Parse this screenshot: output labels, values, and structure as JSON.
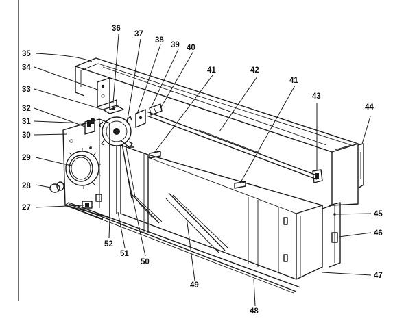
{
  "callouts": [
    {
      "id": "c35",
      "text": "35"
    },
    {
      "id": "c34",
      "text": "34"
    },
    {
      "id": "c33",
      "text": "33"
    },
    {
      "id": "c32",
      "text": "32"
    },
    {
      "id": "c31",
      "text": "31"
    },
    {
      "id": "c30",
      "text": "30"
    },
    {
      "id": "c29",
      "text": "29"
    },
    {
      "id": "c28",
      "text": "28"
    },
    {
      "id": "c27",
      "text": "27"
    },
    {
      "id": "c36",
      "text": "36"
    },
    {
      "id": "c37",
      "text": "37"
    },
    {
      "id": "c38",
      "text": "38"
    },
    {
      "id": "c39",
      "text": "39"
    },
    {
      "id": "c40",
      "text": "40"
    },
    {
      "id": "c41a",
      "text": "41"
    },
    {
      "id": "c42",
      "text": "42"
    },
    {
      "id": "c41b",
      "text": "41"
    },
    {
      "id": "c43",
      "text": "43"
    },
    {
      "id": "c44",
      "text": "44"
    },
    {
      "id": "c45",
      "text": "45"
    },
    {
      "id": "c46",
      "text": "46"
    },
    {
      "id": "c47",
      "text": "47"
    },
    {
      "id": "c48",
      "text": "48"
    },
    {
      "id": "c49",
      "text": "49"
    },
    {
      "id": "c50",
      "text": "50"
    },
    {
      "id": "c51",
      "text": "51"
    },
    {
      "id": "c52",
      "text": "52"
    }
  ]
}
